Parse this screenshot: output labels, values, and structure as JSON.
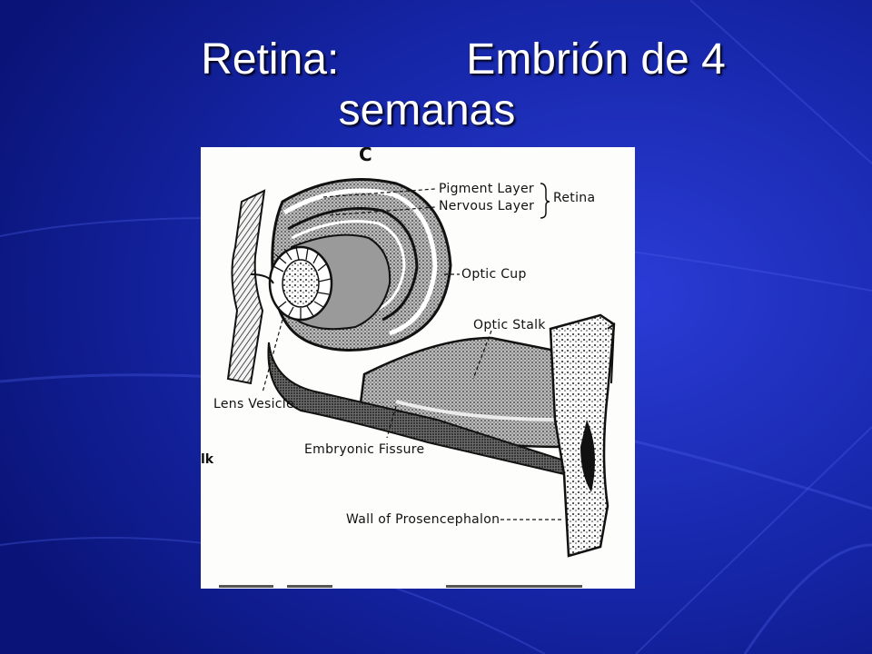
{
  "slide": {
    "title_part1": "Retina:",
    "title_part2": "Embrión de 4",
    "title_line2": "semanas"
  },
  "figure": {
    "fragment_top": "C",
    "fragment_left": "lk",
    "labels": {
      "pigment_layer": "Pigment Layer",
      "nervous_layer": "Nervous Layer",
      "retina": "Retina",
      "optic_cup": "Optic Cup",
      "optic_stalk": "Optic Stalk",
      "lens_vesicle": "Lens Vesicle",
      "embryonic_fissure": "Embryonic Fissure",
      "wall_of_prosencephalon": "Wall of Prosencephalon"
    }
  },
  "colors": {
    "background": "#0d1a8f",
    "title": "#ffffff",
    "figure_bg": "#fdfdfb"
  }
}
